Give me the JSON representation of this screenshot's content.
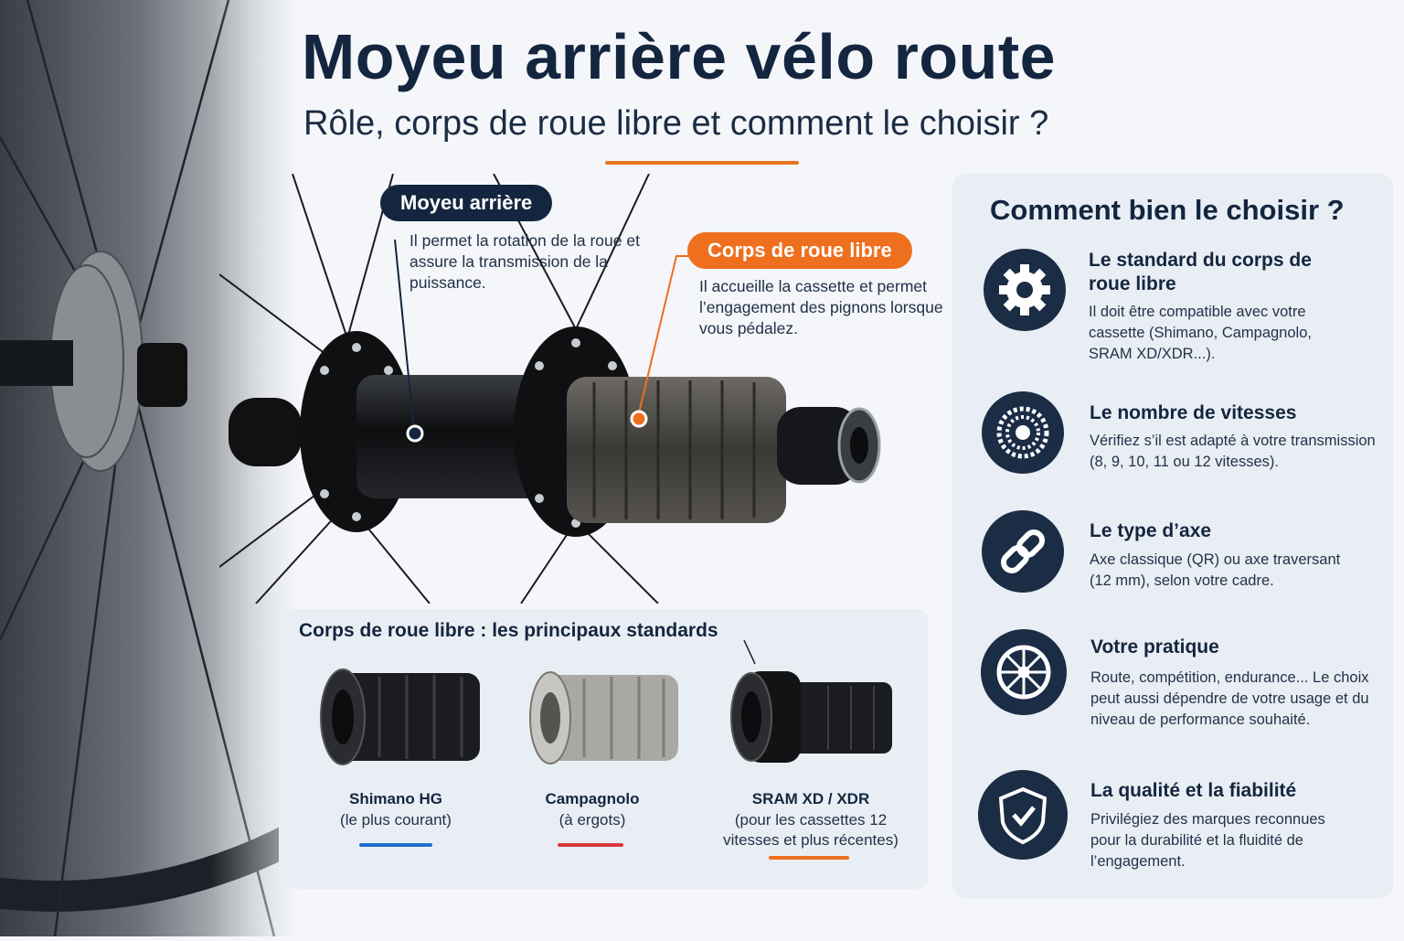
{
  "header": {
    "title": "Moyeu arrière vélo route",
    "subtitle": "Rôle, corps de roue libre et comment le choisir ?"
  },
  "callouts": {
    "hub": {
      "label": "Moyeu arrière",
      "text": "Il permet la rotation de la roue et assure la transmission de la puissance."
    },
    "freewheel": {
      "label": "Corps de roue libre",
      "text": "Il accueille la cassette et permet l’engagement des pignons lorsque vous pédalez."
    }
  },
  "panel": {
    "title": "Comment bien le choisir ?",
    "criteria": [
      {
        "icon": "gear-icon",
        "title": "Le standard du corps de roue libre",
        "text": "Il doit être compatible avec votre cassette (Shimano, Campagnolo, SRAM XD/XDR...)."
      },
      {
        "icon": "cassette-icon",
        "title": "Le nombre de vitesses",
        "text": "Vérifiez s’il est adapté à votre transmission (8, 9, 10, 11 ou 12 vitesses)."
      },
      {
        "icon": "chain-link-icon",
        "title": "Le type d’axe",
        "text": "Axe classique (QR) ou axe traversant (12 mm), selon votre cadre."
      },
      {
        "icon": "wheel-icon",
        "title": "Votre pratique",
        "text": "Route, compétition, endurance... Le choix peut aussi dépendre de votre usage et du niveau de performance souhaité."
      },
      {
        "icon": "shield-check-icon",
        "title": "La qualité et la fiabilité",
        "text": "Privilégiez des marques reconnues pour la durabilité et la fluidité de l’engagement."
      }
    ]
  },
  "standards": {
    "title": "Corps de roue libre : les principaux standards",
    "items": [
      {
        "name": "Shimano HG",
        "sub": "(le plus courant)",
        "color": "#1f6fc9"
      },
      {
        "name": "Campagnolo",
        "sub": "(à ergots)",
        "color": "#d9383a"
      },
      {
        "name": "SRAM XD / XDR",
        "sub": "(pour les cassettes 12 vitesses et plus récentes)",
        "color": "#ee6f1d"
      }
    ]
  },
  "colors": {
    "navy": "#14263f",
    "orange": "#ee6f1d",
    "panel": "#e9eef4"
  }
}
